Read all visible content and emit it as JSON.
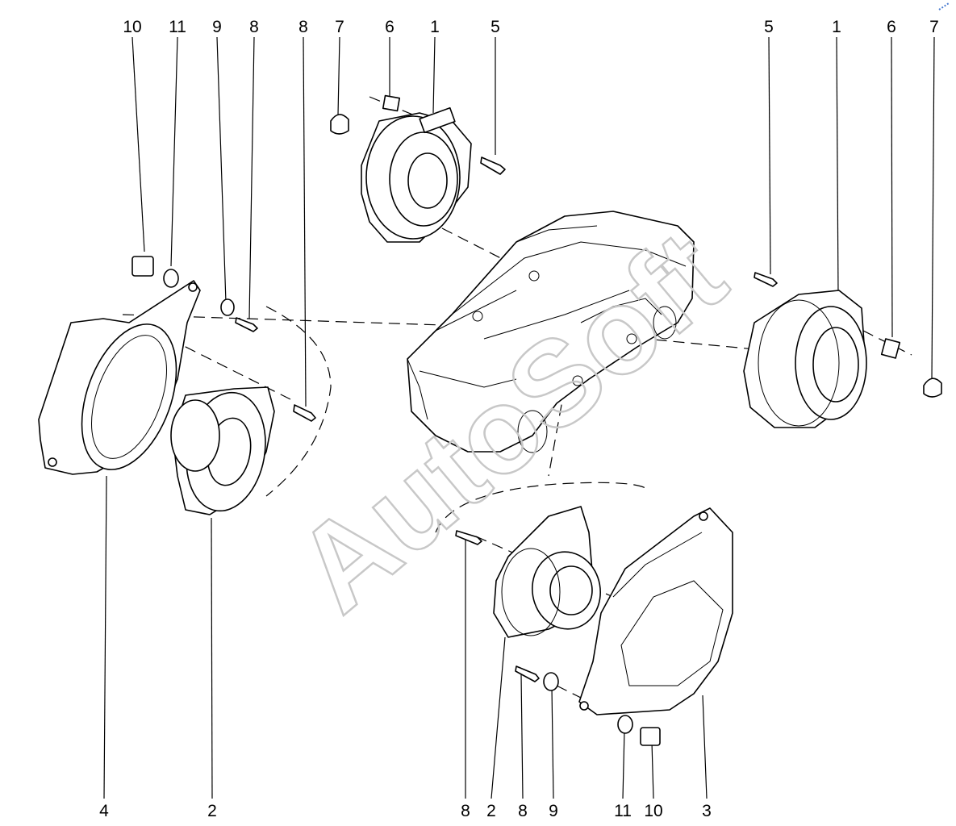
{
  "watermark": "AutoSoft",
  "callouts": {
    "top": [
      "10",
      "11",
      "9",
      "8",
      "8",
      "7",
      "6",
      "1",
      "5",
      "5",
      "1",
      "6",
      "7"
    ],
    "bottom": [
      "4",
      "2",
      "8",
      "2",
      "8",
      "9",
      "11",
      "10",
      "3"
    ]
  }
}
